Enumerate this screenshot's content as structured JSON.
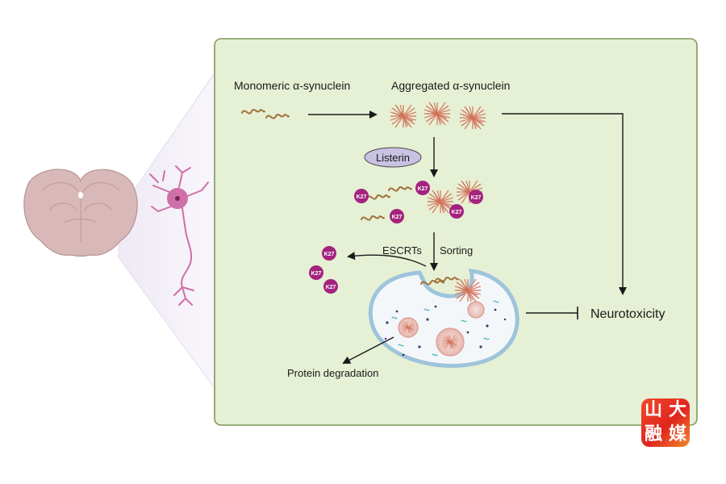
{
  "diagram": {
    "labels": {
      "monomeric": "Monomeric α-synuclein",
      "aggregated": "Aggregated α-synuclein",
      "listerin": "Listerin",
      "escrts": "ESCRTs",
      "sorting": "Sorting",
      "protein_degradation": "Protein degradation",
      "neurotoxicity": "Neurotoxicity"
    },
    "ubiquitin_tag": "K27",
    "colors": {
      "panel_fill": "#e6f0d4",
      "panel_border": "#7f9a5a",
      "fibril": "#d9826a",
      "monomer": "#a0703c",
      "k27_tag": "#a3237e",
      "listerin_fill": "#c9c2e3",
      "neuron": "#cf6fa8",
      "brain": "#d8b8b8",
      "lysosome": "#9ec4db",
      "arrow": "#1a1a1a"
    }
  },
  "watermark": {
    "chars": [
      "山",
      "大",
      "融",
      "媒"
    ]
  }
}
